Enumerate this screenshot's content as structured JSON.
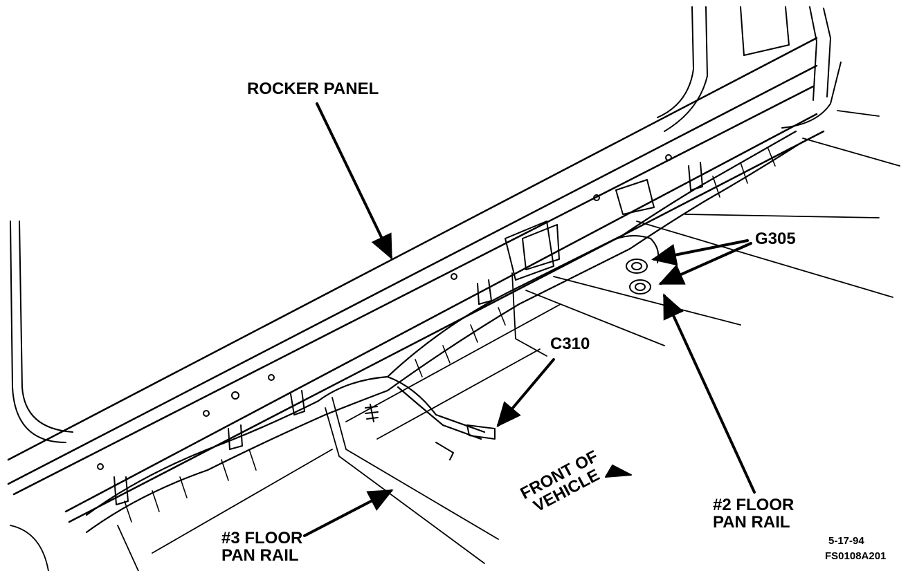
{
  "labels": {
    "rocker_panel": "ROCKER PANEL",
    "g305": "G305",
    "c310": "C310",
    "front_of_vehicle": [
      "FRONT OF",
      "VEHICLE"
    ],
    "floor_pan_rail_2": [
      "#2 FLOOR",
      "PAN RAIL"
    ],
    "floor_pan_rail_3": [
      "#3 FLOOR",
      "PAN RAIL"
    ],
    "date": "5-17-94",
    "figure_code": "FS0108A201"
  }
}
